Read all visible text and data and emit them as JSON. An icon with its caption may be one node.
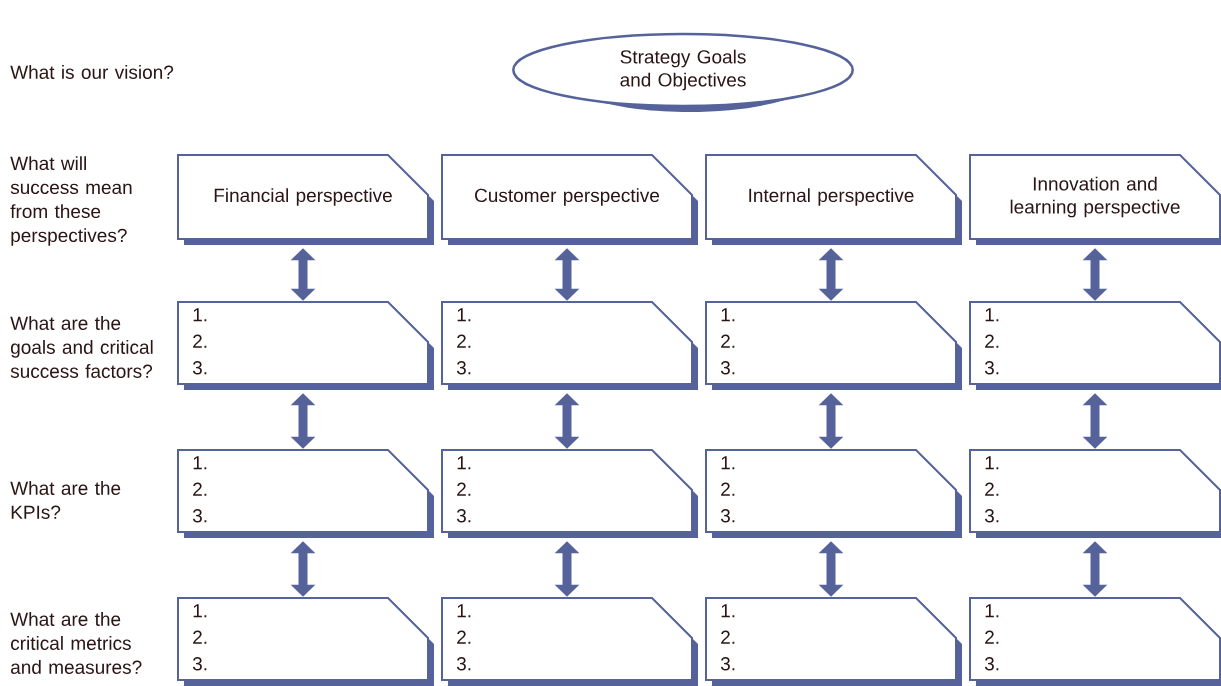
{
  "diagram": {
    "nodes": [
      {
        "text": [
          "Strategy Goals and Objectives"
        ]
      },
      {
        "text": [
          "Financial perspective"
        ]
      },
      {
        "text": [
          "Customer perspective"
        ]
      },
      {
        "text": [
          "Internal perspective"
        ]
      },
      {
        "text": [
          "Innovation and learning perspective"
        ]
      },
      {
        "text": [
          "1.",
          "2.",
          "3."
        ]
      },
      {
        "text": [
          "1.",
          "2.",
          "3."
        ]
      },
      {
        "text": [
          "1.",
          "2.",
          "3."
        ]
      },
      {
        "text": [
          "1.",
          "2.",
          "3."
        ]
      },
      {
        "text": [
          "1.",
          "2.",
          "3."
        ]
      },
      {
        "text": [
          "1.",
          "2.",
          "3."
        ]
      },
      {
        "text": [
          "1.",
          "2.",
          "3."
        ]
      },
      {
        "text": [
          "1.",
          "2.",
          "3."
        ]
      },
      {
        "text": [
          "1.",
          "2.",
          "3."
        ]
      },
      {
        "text": [
          "1.",
          "2.",
          "3."
        ]
      },
      {
        "text": [
          "1.",
          "2.",
          "3."
        ]
      },
      {
        "text": [
          "1.",
          "2.",
          "3."
        ]
      }
    ],
    "edges": [
      {
        "from": 1,
        "to": 5,
        "arrow": "both"
      },
      {
        "from": 2,
        "to": 6,
        "arrow": "both"
      },
      {
        "from": 3,
        "to": 7,
        "arrow": "both"
      },
      {
        "from": 4,
        "to": 8,
        "arrow": "both"
      },
      {
        "from": 5,
        "to": 9,
        "arrow": "both"
      },
      {
        "from": 6,
        "to": 10,
        "arrow": "both"
      },
      {
        "from": 7,
        "to": 11,
        "arrow": "both"
      },
      {
        "from": 8,
        "to": 12,
        "arrow": "both"
      },
      {
        "from": 9,
        "to": 13,
        "arrow": "both"
      },
      {
        "from": 10,
        "to": 14,
        "arrow": "both"
      },
      {
        "from": 11,
        "to": 15,
        "arrow": "both"
      },
      {
        "from": 12,
        "to": 16,
        "arrow": "both"
      }
    ],
    "labels": [
      "What is our vision?",
      "What will success mean from these perspectives?",
      "What are the goals and critical success factors?",
      "What are the KPIs?",
      "What are the critical metrics and measures?"
    ]
  }
}
